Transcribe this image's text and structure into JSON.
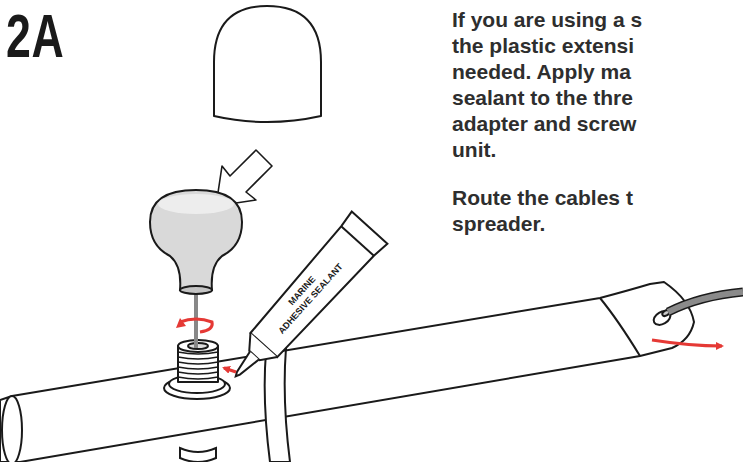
{
  "diagram": {
    "labels": [
      "2A",
      "If you are using a s",
      "the plastic extensi",
      "needed. Apply ma",
      "sealant to the thre",
      "adapter and screw",
      "unit.",
      "Route the cables t",
      "spreader.",
      "MARINE",
      "ADHESIVE SEALANT"
    ]
  }
}
